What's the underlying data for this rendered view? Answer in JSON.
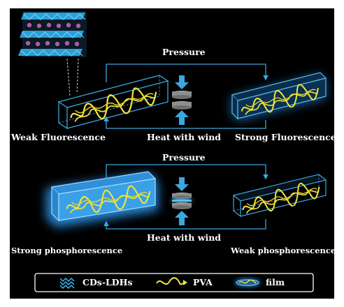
{
  "top": {
    "arrow_top_label": "Pressure",
    "arrow_bottom_label": "Heat with wind",
    "left_caption": "Weak Fluorescence",
    "right_caption": "Strong Fluorescence"
  },
  "bottom": {
    "arrow_top_label": "Pressure",
    "arrow_bottom_label": "Heat with wind",
    "left_caption": "Strong phosphorescence",
    "right_caption": "Weak phosphorescence"
  },
  "legend": {
    "items": [
      {
        "label": "CDs-LDHs",
        "icon": "cds-ldhs-icon"
      },
      {
        "label": "PVA",
        "icon": "pva-chain-icon"
      },
      {
        "label": "film",
        "icon": "film-icon"
      }
    ]
  },
  "colors": {
    "background": "#000000",
    "arrow_blue": "#3aa7e0",
    "pva_yellow": "#f1e43a",
    "glow_blue": "#2f9cf5",
    "plate_gray": "#9a9a9a"
  }
}
